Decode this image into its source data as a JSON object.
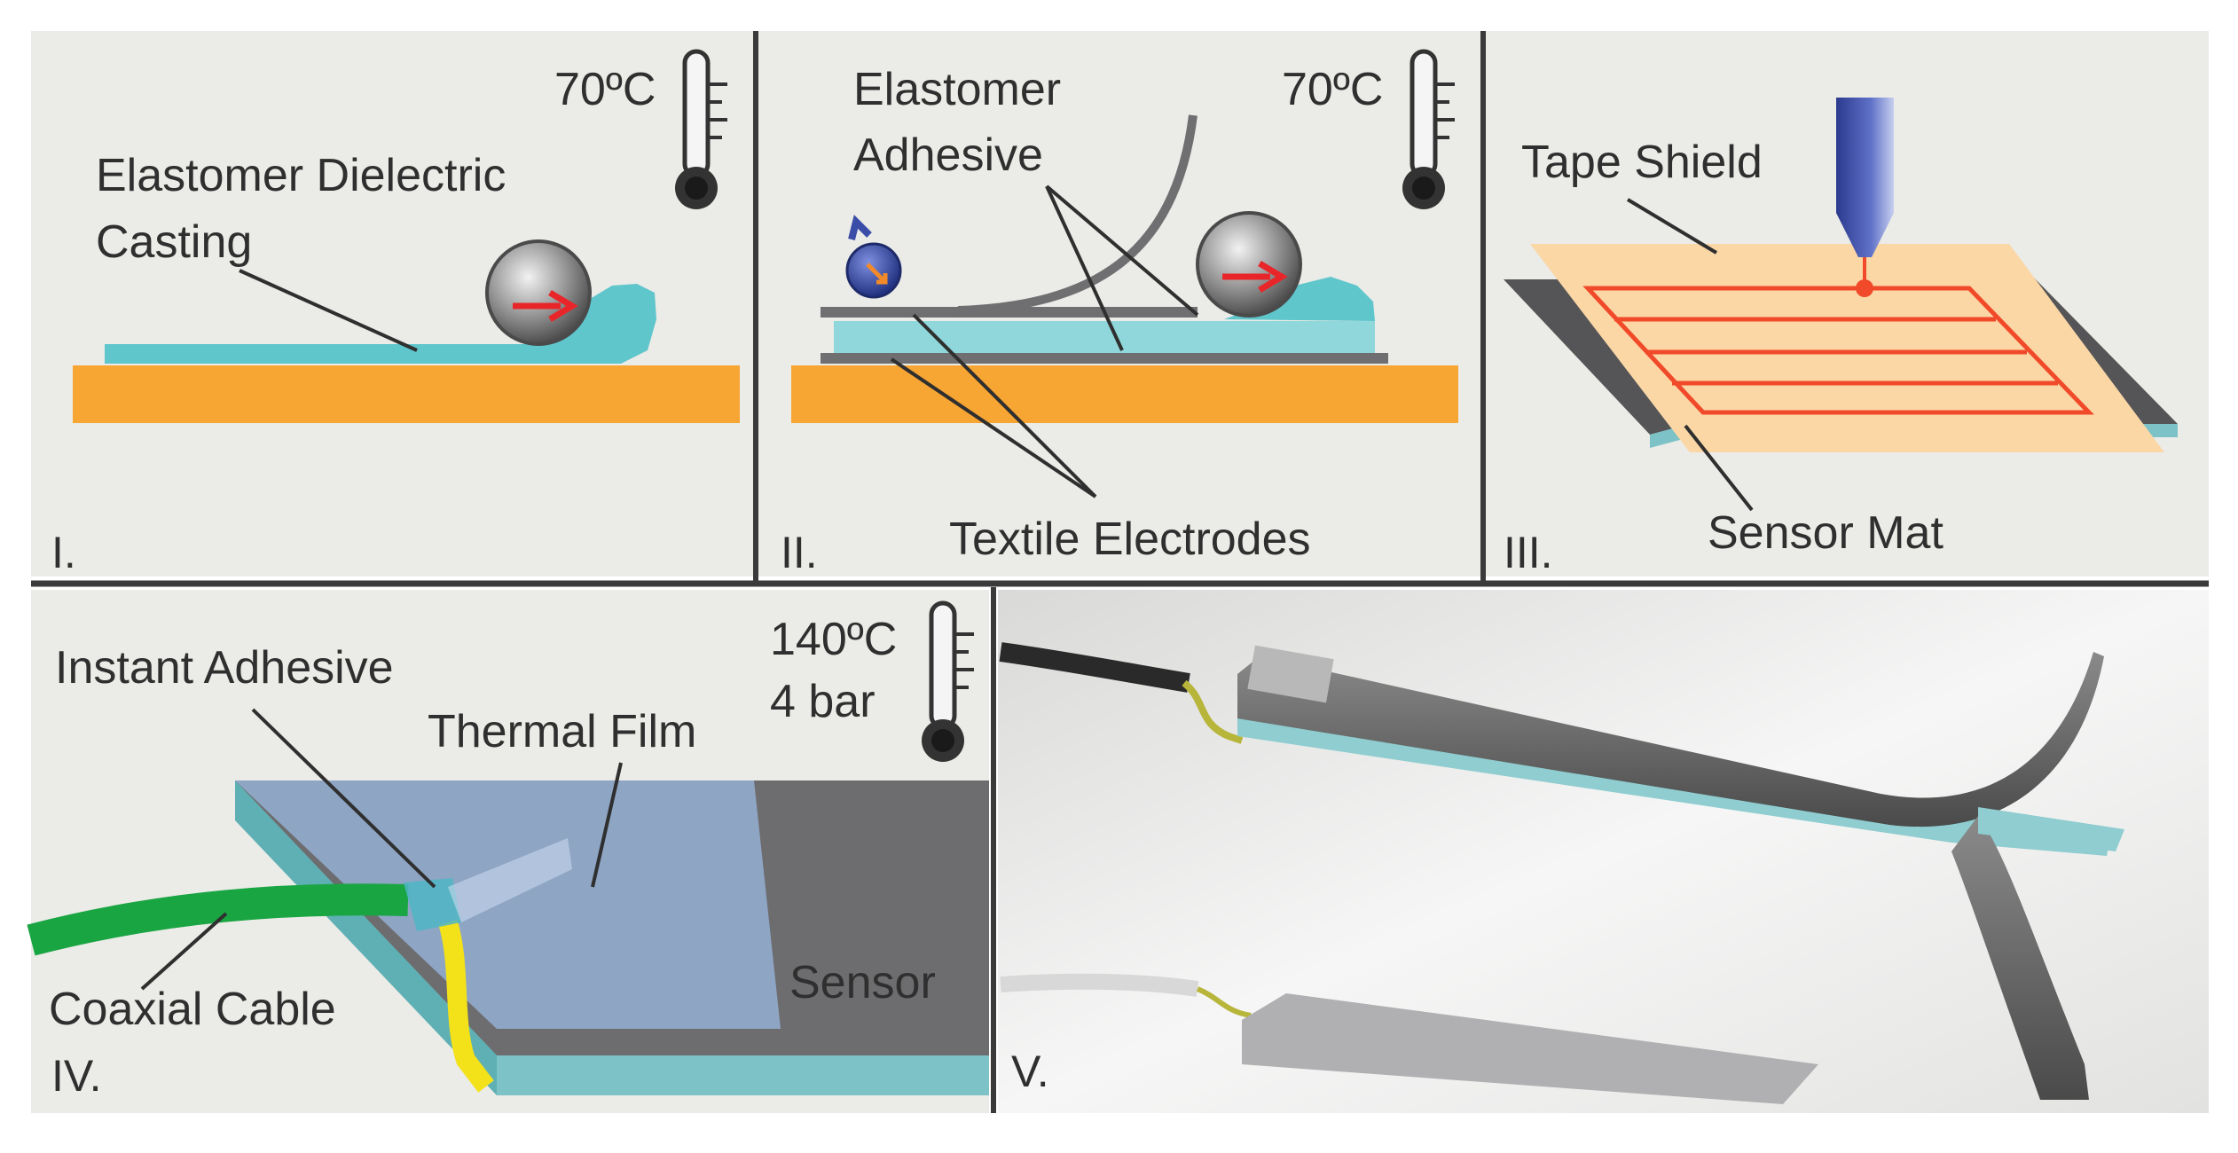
{
  "colors": {
    "panel_bg": "#ebebe7",
    "separator": "#3a3a3a",
    "substrate": "#f7a533",
    "elastomer": "#5fc6cc",
    "electrode": "#6f6f71",
    "tape": "#fbd7a6",
    "laser_line": "#f04a2a",
    "cable_green": "#1aa543",
    "cable_yellow": "#f3e21a",
    "thermal_film": "#8ea5c4",
    "sensor_dark": "#6d6d6f",
    "teal_layer": "#7cc2c6",
    "ball": "#8a8a8a",
    "nozzle": "#3d4fa8",
    "photo_bg": "#e9e9e9"
  },
  "panel1": {
    "temperature": "70ºC",
    "label_line1": "Elastomer Dielectric",
    "label_line2": "Casting",
    "numeral": "I."
  },
  "panel2": {
    "temperature": "70ºC",
    "label_adhesive_line1": "Elastomer",
    "label_adhesive_line2": "Adhesive",
    "label_electrodes": "Textile Electrodes",
    "numeral": "II."
  },
  "panel3": {
    "label_tape": "Tape Shield",
    "label_mat": "Sensor Mat",
    "numeral": "III."
  },
  "panel4": {
    "temperature": "140ºC",
    "pressure": "4 bar",
    "label_adhesive": "Instant Adhesive",
    "label_film": "Thermal Film",
    "label_cable": "Coaxial Cable",
    "label_sensor": "Sensor",
    "numeral": "IV."
  },
  "panel5": {
    "numeral": "V."
  }
}
